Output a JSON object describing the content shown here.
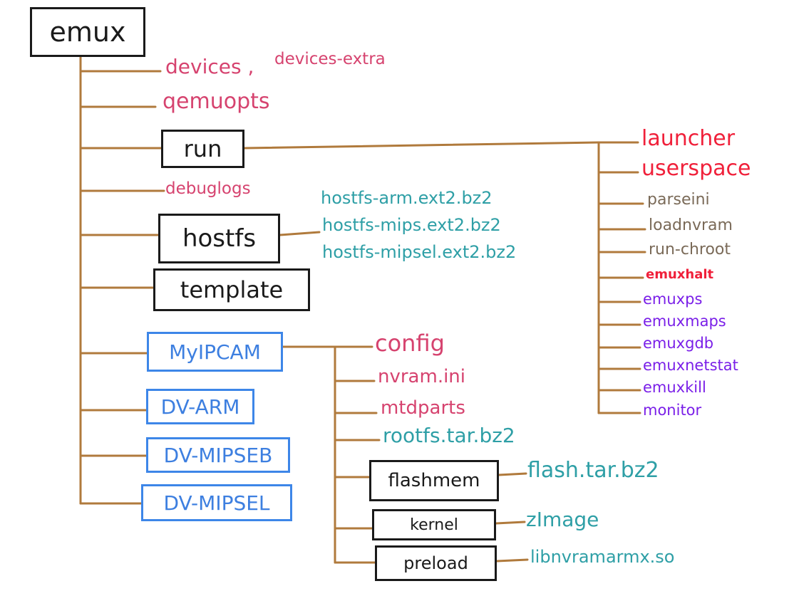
{
  "root": {
    "label": "emux"
  },
  "children": {
    "devices": "devices ,",
    "devices_extra": "devices-extra",
    "qemuopts": "qemuopts",
    "run": "run",
    "debuglogs": "debuglogs",
    "hostfs": "hostfs",
    "template": "template",
    "myipcam": "MyIPCAM",
    "dv_arm": "DV-ARM",
    "dv_mipseb": "DV-MIPSEB",
    "dv_mipsel": "DV-MIPSEL"
  },
  "run_children": [
    "launcher",
    "userspace",
    "parseini",
    "loadnvram",
    "run-chroot",
    "emuxhalt",
    "emuxps",
    "emuxmaps",
    "emuxgdb",
    "emuxnetstat",
    "emuxkill",
    "monitor"
  ],
  "hostfs_children": [
    "hostfs-arm.ext2.bz2",
    "hostfs-mips.ext2.bz2",
    "hostfs-mipsel.ext2.bz2"
  ],
  "myipcam_children": {
    "config": "config",
    "nvram": "nvram.ini",
    "mtdparts": "mtdparts",
    "rootfs": "rootfs.tar.bz2",
    "flashmem": "flashmem",
    "kernel": "kernel",
    "preload": "preload",
    "flash_tar": "flash.tar.bz2",
    "zimage": "zImage",
    "libnvram": "libnvramarmx.so"
  },
  "colors": {
    "line": "#b07a3c",
    "box_border": "#1a1a1a",
    "device_box": "#3d86e8",
    "pink_text": "#d6436f",
    "red_text": "#f0203a",
    "brown_text": "#7a6a58",
    "teal_text": "#2e9fa6",
    "purple_text": "#7a1fe8"
  }
}
